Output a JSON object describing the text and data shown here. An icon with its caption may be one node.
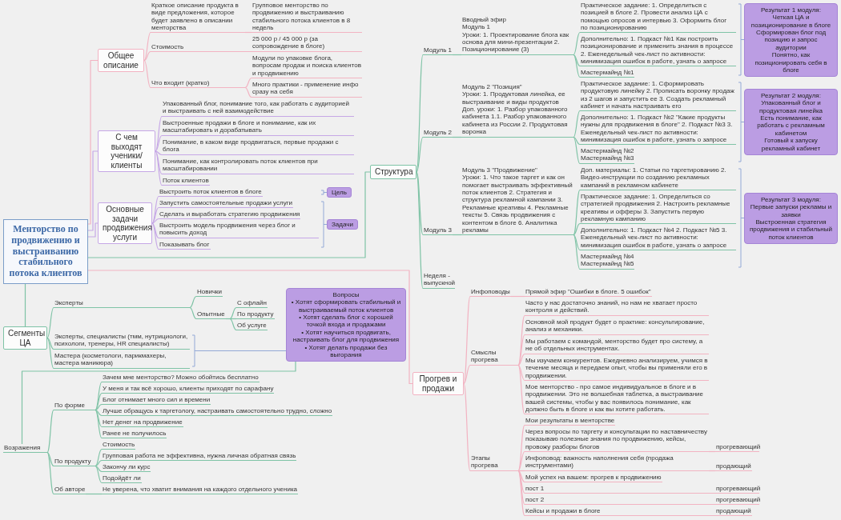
{
  "diagram": {
    "nodes": [
      {
        "text": [
          "Менторство по продвижению и выстраиванию стабильного потока клиентов"
        ]
      },
      {
        "text": [
          "Общее описание"
        ]
      },
      {
        "text": [
          "Краткое описание продукта в виде предложения, которое будет заявлено в описании менторства"
        ]
      },
      {
        "text": [
          "Групповое менторство по продвижению и выстраиванию стабильного потока клиентов в 8 недель"
        ]
      },
      {
        "text": [
          "Стоимость"
        ]
      },
      {
        "text": [
          "25 000 р / 45 000 р (за сопровождение в блоге)"
        ]
      },
      {
        "text": [
          "Что входит (кратко)"
        ]
      },
      {
        "text": [
          "Модули по упаковке блога, вопросам продаж и поиска клиентов и продвижению"
        ]
      },
      {
        "text": [
          "Много практики - применение инфо сразу на себя"
        ]
      },
      {
        "text": [
          "Сегменты ЦА"
        ]
      },
      {
        "text": [
          "Эксперты"
        ]
      },
      {
        "text": [
          "Новички"
        ]
      },
      {
        "text": [
          "Опытные"
        ]
      },
      {
        "text": [
          "С офлайн"
        ]
      },
      {
        "text": [
          "По продукту"
        ]
      },
      {
        "text": [
          "Об услуге"
        ]
      },
      {
        "text": [
          "Эксперты, специалисты (тмм, нутрициологи, психологи, тренеры, HR специалисты)"
        ]
      },
      {
        "text": [
          "Мастера (косметологи, парикмахеры, мастера маникюра)"
        ]
      },
      {
        "text": [
          "Вопросы",
          "• Хотят сформировать стабильный и выстраиваемый поток клиентов",
          "• Хотят сделать блог с хорошей точкой входа и продажами",
          "• Хотят научиться продвигать, настраивать блог для продвижения",
          "• Хотят делать продажи без выгорания"
        ]
      },
      {
        "text": [
          "Возражения"
        ]
      },
      {
        "text": [
          "По форме"
        ]
      },
      {
        "text": [
          "Зачем мне менторство? Можно обойтись бесплатно"
        ]
      },
      {
        "text": [
          "У меня и так всё хорошо, клиенты приходят по сарафану"
        ]
      },
      {
        "text": [
          "Блог отнимает много сил и времени"
        ]
      },
      {
        "text": [
          "Лучше обращусь к таргетологу, настраивать самостоятельно трудно, сложно"
        ]
      },
      {
        "text": [
          "Нет денег на продвижение"
        ]
      },
      {
        "text": [
          "Ранее не получилось"
        ]
      },
      {
        "text": [
          "По продукту"
        ]
      },
      {
        "text": [
          "Стоимость"
        ]
      },
      {
        "text": [
          "Групповая работа не эффективна, нужна личная обратная связь"
        ]
      },
      {
        "text": [
          "Закончу ли курс"
        ]
      },
      {
        "text": [
          "Подойдёт ли"
        ]
      },
      {
        "text": [
          "Об авторе"
        ]
      },
      {
        "text": [
          "Не уверена, что хватит внимания на каждого отдельного ученика"
        ]
      },
      {
        "text": [
          "С чем выходят ученики/клиенты"
        ]
      },
      {
        "text": [
          "Упакованный блог, понимание того, как работать с аудиторией и выстраивать с ней взаимодействие"
        ]
      },
      {
        "text": [
          "Выстроенные продажи в блоге и понимание, как их масштабировать и дорабатывать"
        ]
      },
      {
        "text": [
          "Понимание, в каком виде продвигаться, первые продажи с блога"
        ]
      },
      {
        "text": [
          "Понимание, как контролировать поток клиентов при масштабировании"
        ]
      },
      {
        "text": [
          "Поток клиентов"
        ]
      },
      {
        "text": [
          "Прогрев и продажи"
        ]
      },
      {
        "text": [
          "Инфоповоды"
        ]
      },
      {
        "text": [
          "Прямой эфир \"Ошибки в блоге. 5 ошибок\""
        ]
      },
      {
        "text": [
          "Смыслы прогрева"
        ]
      },
      {
        "text": [
          "Часто у нас достаточно знаний, но нам не хватает просто контроля и действий."
        ]
      },
      {
        "text": [
          "Основной мой продукт будет о практике: консультирование, анализ и механики."
        ]
      },
      {
        "text": [
          "Мы работаем с командой, менторство будет про систему, а не об отдельных инструментах."
        ]
      },
      {
        "text": [
          "Мы изучаем конкурентов. Ежедневно анализируем, учимся в течение месяца и передаем опыт, чтобы вы применяли его в продвижении."
        ]
      },
      {
        "text": [
          "Мое менторство - про самое индивидуальное в блоге и в продвижении. Это не волшебная таблетка, а выстраивание вашей системы, чтобы у вас появилось понимание, как должно быть в блоге и как вы хотите работать."
        ]
      },
      {
        "text": [
          "Этапы прогрева"
        ]
      },
      {
        "text": [
          "Мои результаты в менторстве"
        ]
      },
      {
        "text": [
          "Через вопросы по таргету и консультации по наставничеству показываю полезные знания по продвижению, кейсы, провожу разборы блогов"
        ]
      },
      {
        "text": [
          "прогревающий"
        ]
      },
      {
        "text": [
          "Инфоповод: важность наполнения себя (продажа инструментами)"
        ]
      },
      {
        "text": [
          "продающий"
        ]
      },
      {
        "text": [
          "Мой успех на вашем: прогрев к продвижению"
        ]
      },
      {
        "text": [
          "пост 1"
        ]
      },
      {
        "text": [
          "прогревающий"
        ]
      },
      {
        "text": [
          "пост 2"
        ]
      },
      {
        "text": [
          "прогревающий"
        ]
      },
      {
        "text": [
          "Кейсы и продажи в блоге"
        ]
      },
      {
        "text": [
          "продающий"
        ]
      },
      {
        "text": [
          "Структура"
        ]
      },
      {
        "text": [
          "Модуль 1"
        ]
      },
      {
        "text": [
          "Вводный эфир",
          "Модуль 1",
          "Уроки: 1. Проектирование блога как основа для мини-презентации 2. Позиционирование (3)"
        ]
      },
      {
        "text": [
          "Практическое задание: 1. Определиться с позицией в блоге 2. Провести анализ ЦА с помощью опросов и интервью 3. Оформить блог по позиционированию"
        ]
      },
      {
        "text": [
          "Дополнительно: 1. Подкаст №1 Как построить позиционирование и применить знания в процессе 2. Еженедельный чек-лист по активности: минимизация ошибок в работе, узнать о запросе"
        ]
      },
      {
        "text": [
          "Мастермайнд №1"
        ]
      },
      {
        "text": [
          "Результат 1 модуля:",
          "Четкая ЦА и позиционирование в блоге",
          "Сформирован блог под позицию и запрос аудитории",
          "Понятно, как позиционировать себя в блоге"
        ]
      },
      {
        "text": [
          "Модуль 2"
        ]
      },
      {
        "text": [
          "Модуль 2 \"Позиция\"",
          "Уроки: 1. Продуктовая линейка, ее выстраивание и виды продуктов",
          "Доп. уроки: 1. Разбор упакованного кабинета 1.1. Разбор упакованного кабинета из России 2. Продуктовая воронка"
        ]
      },
      {
        "text": [
          "Практическое задание: 1. Сформировать продуктовую линейку 2. Прописать воронку продаж из 2 шагов и запустить ее 3. Создать рекламный кабинет и начать настраивать его"
        ]
      },
      {
        "text": [
          "Дополнительно: 1. Подкаст №2 \"Какие продукты нужны для продвижения в блоге\" 2. Подкаст №3 3. Еженедельный чек-лист по активности: минимизация ошибок в работе, узнать о запросе"
        ]
      },
      {
        "text": [
          "Мастермайнд №2",
          "Мастермайнд №3"
        ]
      },
      {
        "text": [
          "Результат 2 модуля:",
          "Упакованный блог и продуктовая линейка",
          "Есть понимание, как работать с рекламным кабинетом",
          "Готовый к запуску рекламный кабинет"
        ]
      },
      {
        "text": [
          "Модуль 3"
        ]
      },
      {
        "text": [
          "Модуль 3 \"Продвижение\"",
          "Уроки: 1. Что такое таргет и как он помогает выстраивать эффективный поток клиентов 2. Стратегия и структура рекламной кампании 3. Рекламные креативы 4. Рекламные тексты 5. Связь продвижения с контентом в блоге 6. Аналитика рекламы"
        ]
      },
      {
        "text": [
          "Доп. материалы: 1. Статьи по таргетированию 2. Видео-инструкции по созданию рекламных кампаний в рекламном кабинете"
        ]
      },
      {
        "text": [
          "Практическое задание: 1. Определиться со стратегией продвижения 2. Настроить рекламные креативы и офферы 3. Запустить первую рекламную кампанию"
        ]
      },
      {
        "text": [
          "Дополнительно: 1. Подкаст №4 2. Подкаст №5 3. Еженедельный чек-лист по активности: минимизация ошибок в работе, узнать о запросе"
        ]
      },
      {
        "text": [
          "Мастермайнд №4",
          "Мастермайнд №5"
        ]
      },
      {
        "text": [
          "Результат 3 модуля:",
          "Первые запуски рекламы и заявки",
          "Выстроенная стратегия продвижения и стабильный поток клиентов"
        ]
      },
      {
        "text": [
          "Неделя - выпускной"
        ]
      },
      {
        "text": [
          "Основные задачи продвижения услуги"
        ]
      },
      {
        "text": [
          "Выстроить поток клиентов в блоге"
        ]
      },
      {
        "text": [
          "Цель"
        ]
      },
      {
        "text": [
          "Запустить самостоятельные продажи услуги"
        ]
      },
      {
        "text": [
          "Сделать и выработать стратегию продвижения"
        ]
      },
      {
        "text": [
          "Выстроить модель продвижения через блог и повысить доход"
        ]
      },
      {
        "text": [
          "Показывать блог"
        ]
      },
      {
        "text": [
          "Задачи"
        ]
      }
    ],
    "edges": [
      {
        "from": 0,
        "to": 1,
        "arrow": "none",
        "color": "#f2b3c2"
      },
      {
        "from": 1,
        "to": 2,
        "arrow": "none",
        "color": "#f2b3c2"
      },
      {
        "from": 2,
        "to": 3,
        "arrow": "none",
        "color": "#f2b3c2"
      },
      {
        "from": 1,
        "to": 4,
        "arrow": "none",
        "color": "#f2b3c2"
      },
      {
        "from": 4,
        "to": 5,
        "arrow": "none",
        "color": "#f2b3c2"
      },
      {
        "from": 1,
        "to": 6,
        "arrow": "none",
        "color": "#f2b3c2"
      },
      {
        "from": 6,
        "to": 7,
        "arrow": "none",
        "color": "#f2b3c2"
      },
      {
        "from": 6,
        "to": 8,
        "arrow": "none",
        "color": "#f2b3c2"
      },
      {
        "from": 0,
        "to": 9,
        "arrow": "none"
      },
      {
        "from": 9,
        "to": 10,
        "arrow": "none"
      },
      {
        "from": 10,
        "to": 11,
        "arrow": "none"
      },
      {
        "from": 10,
        "to": 12,
        "arrow": "none"
      },
      {
        "from": 12,
        "to": 13,
        "arrow": "none"
      },
      {
        "from": 12,
        "to": 14,
        "arrow": "none"
      },
      {
        "from": 12,
        "to": 15,
        "arrow": "none"
      },
      {
        "from": 9,
        "to": 16,
        "arrow": "none"
      },
      {
        "from": 9,
        "to": 17,
        "arrow": "none"
      },
      {
        "from": 18,
        "to": 19,
        "arrow": "none"
      },
      {
        "from": 19,
        "to": 20,
        "arrow": "none"
      },
      {
        "from": 20,
        "to": 21,
        "arrow": "none"
      },
      {
        "from": 20,
        "to": 22,
        "arrow": "none"
      },
      {
        "from": 20,
        "to": 23,
        "arrow": "none"
      },
      {
        "from": 20,
        "to": 24,
        "arrow": "none"
      },
      {
        "from": 20,
        "to": 25,
        "arrow": "none"
      },
      {
        "from": 20,
        "to": 26,
        "arrow": "none"
      },
      {
        "from": 19,
        "to": 27,
        "arrow": "none"
      },
      {
        "from": 27,
        "to": 28,
        "arrow": "none"
      },
      {
        "from": 27,
        "to": 29,
        "arrow": "none"
      },
      {
        "from": 27,
        "to": 30,
        "arrow": "none"
      },
      {
        "from": 27,
        "to": 31,
        "arrow": "none"
      },
      {
        "from": 19,
        "to": 32,
        "arrow": "none"
      },
      {
        "from": 32,
        "to": 33,
        "arrow": "none"
      },
      {
        "from": 0,
        "to": 34,
        "arrow": "none",
        "color": "#c6a7e6"
      },
      {
        "from": 34,
        "to": 35,
        "arrow": "none",
        "color": "#c6a7e6"
      },
      {
        "from": 34,
        "to": 36,
        "arrow": "none",
        "color": "#c6a7e6"
      },
      {
        "from": 34,
        "to": 37,
        "arrow": "none",
        "color": "#c6a7e6"
      },
      {
        "from": 34,
        "to": 38,
        "arrow": "none",
        "color": "#c6a7e6"
      },
      {
        "from": 34,
        "to": 39,
        "arrow": "none",
        "color": "#c6a7e6"
      },
      {
        "from": 0,
        "to": 40,
        "arrow": "none",
        "color": "#f2b3c2"
      },
      {
        "from": 40,
        "to": 41,
        "arrow": "none",
        "color": "#f2b3c2"
      },
      {
        "from": 41,
        "to": 42,
        "arrow": "none",
        "color": "#f2b3c2"
      },
      {
        "from": 40,
        "to": 43,
        "arrow": "none",
        "color": "#f2b3c2"
      },
      {
        "from": 43,
        "to": 44,
        "arrow": "none",
        "color": "#f2b3c2"
      },
      {
        "from": 43,
        "to": 45,
        "arrow": "none",
        "color": "#f2b3c2"
      },
      {
        "from": 43,
        "to": 46,
        "arrow": "none",
        "color": "#f2b3c2"
      },
      {
        "from": 43,
        "to": 47,
        "arrow": "none",
        "color": "#f2b3c2"
      },
      {
        "from": 43,
        "to": 48,
        "arrow": "none",
        "color": "#f2b3c2"
      },
      {
        "from": 40,
        "to": 49,
        "arrow": "none",
        "color": "#f2b3c2"
      },
      {
        "from": 49,
        "to": 50,
        "arrow": "none",
        "color": "#f2b3c2"
      },
      {
        "from": 49,
        "to": 51,
        "arrow": "none",
        "color": "#f2b3c2"
      },
      {
        "from": 51,
        "to": 52,
        "arrow": "none",
        "color": "#f2b3c2"
      },
      {
        "from": 49,
        "to": 53,
        "arrow": "none",
        "color": "#f2b3c2"
      },
      {
        "from": 53,
        "to": 54,
        "arrow": "none",
        "color": "#f2b3c2"
      },
      {
        "from": 49,
        "to": 55,
        "arrow": "none",
        "color": "#f2b3c2"
      },
      {
        "from": 49,
        "to": 56,
        "arrow": "none",
        "color": "#f2b3c2"
      },
      {
        "from": 56,
        "to": 57,
        "arrow": "none",
        "color": "#f2b3c2"
      },
      {
        "from": 49,
        "to": 58,
        "arrow": "none",
        "color": "#f2b3c2"
      },
      {
        "from": 58,
        "to": 59,
        "arrow": "none",
        "color": "#f2b3c2"
      },
      {
        "from": 49,
        "to": 60,
        "arrow": "none",
        "color": "#f2b3c2"
      },
      {
        "from": 60,
        "to": 61,
        "arrow": "none",
        "color": "#f2b3c2"
      },
      {
        "from": 0,
        "to": 62,
        "arrow": "none"
      },
      {
        "from": 62,
        "to": 63,
        "arrow": "none"
      },
      {
        "from": 63,
        "to": 64,
        "arrow": "none"
      },
      {
        "from": 64,
        "to": 65,
        "arrow": "none"
      },
      {
        "from": 64,
        "to": 66,
        "arrow": "none"
      },
      {
        "from": 64,
        "to": 67,
        "arrow": "none"
      },
      {
        "from": 62,
        "to": 69,
        "arrow": "none"
      },
      {
        "from": 69,
        "to": 70,
        "arrow": "none"
      },
      {
        "from": 70,
        "to": 71,
        "arrow": "none"
      },
      {
        "from": 70,
        "to": 72,
        "arrow": "none"
      },
      {
        "from": 70,
        "to": 73,
        "arrow": "none"
      },
      {
        "from": 62,
        "to": 75,
        "arrow": "none"
      },
      {
        "from": 75,
        "to": 76,
        "arrow": "none"
      },
      {
        "from": 76,
        "to": 77,
        "arrow": "none"
      },
      {
        "from": 76,
        "to": 78,
        "arrow": "none"
      },
      {
        "from": 76,
        "to": 79,
        "arrow": "none"
      },
      {
        "from": 76,
        "to": 80,
        "arrow": "none"
      },
      {
        "from": 62,
        "to": 82,
        "arrow": "none"
      },
      {
        "from": 0,
        "to": 83,
        "arrow": "none",
        "color": "#c6a7e6"
      },
      {
        "from": 83,
        "to": 84,
        "arrow": "none",
        "color": "#c6a7e6"
      },
      {
        "from": 83,
        "to": 86,
        "arrow": "none",
        "color": "#c6a7e6"
      },
      {
        "from": 83,
        "to": 87,
        "arrow": "none",
        "color": "#c6a7e6"
      },
      {
        "from": 83,
        "to": 88,
        "arrow": "none",
        "color": "#c6a7e6"
      },
      {
        "from": 83,
        "to": 89,
        "arrow": "none",
        "color": "#c6a7e6"
      }
    ]
  }
}
